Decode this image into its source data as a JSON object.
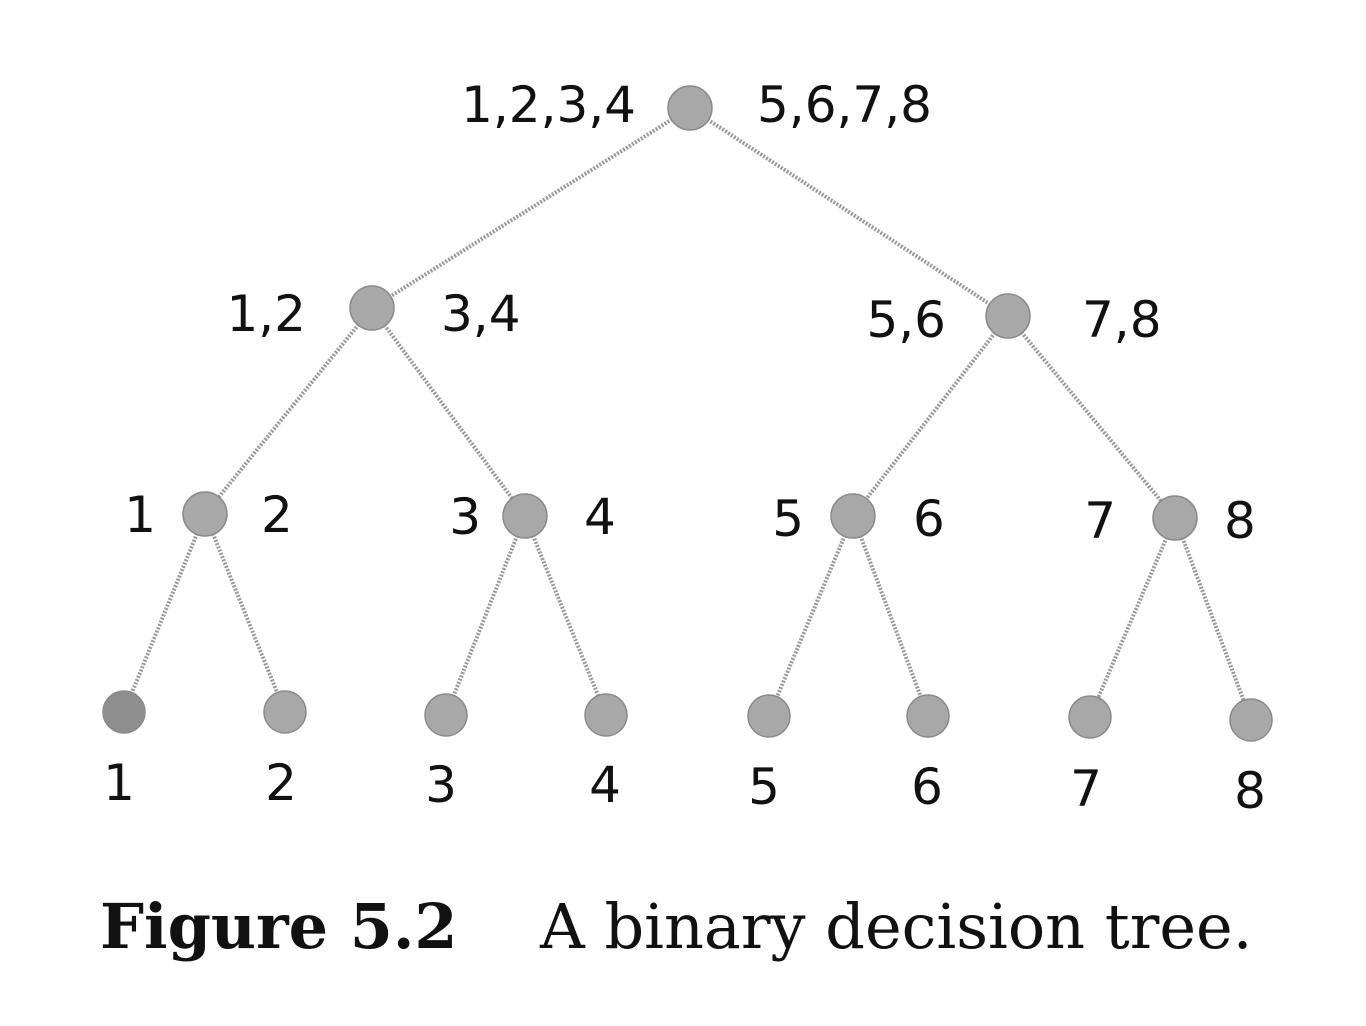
{
  "tree": {
    "nodes": [
      {
        "id": "root",
        "left_label": "1,2,3,4",
        "right_label": "5,6,7,8"
      },
      {
        "id": "n12_34",
        "left_label": "1,2",
        "right_label": "3,4"
      },
      {
        "id": "n56_78",
        "left_label": "5,6",
        "right_label": "7,8"
      },
      {
        "id": "n1_2",
        "left_label": "1",
        "right_label": "2"
      },
      {
        "id": "n3_4",
        "left_label": "3",
        "right_label": "4"
      },
      {
        "id": "n5_6",
        "left_label": "5",
        "right_label": "6"
      },
      {
        "id": "n7_8",
        "left_label": "7",
        "right_label": "8"
      }
    ],
    "leaves": [
      "1",
      "2",
      "3",
      "4",
      "5",
      "6",
      "7",
      "8"
    ]
  },
  "caption": {
    "label": "Figure 5.2",
    "text": "A binary decision tree."
  }
}
